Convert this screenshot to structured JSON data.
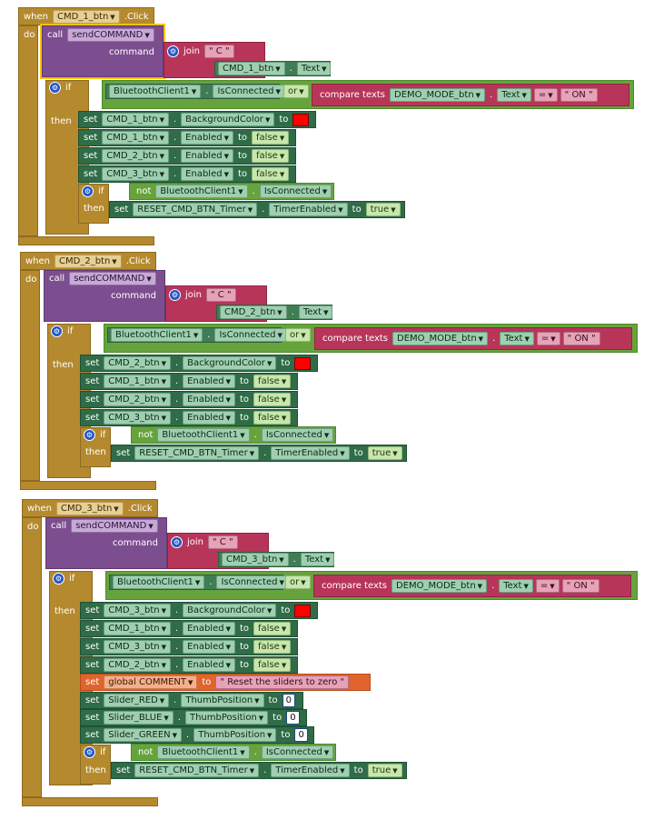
{
  "kw": {
    "when": "when",
    "do": "do",
    "call": "call",
    "command": "command",
    "join": "join",
    "if": "if",
    "then": "then",
    "set": "set",
    "to": "to",
    "not": "not",
    "or": "or",
    "compare": "compare texts",
    "click": ".Click",
    "dot": "."
  },
  "proc": "sendCOMMAND",
  "prefix": "C",
  "bt": "BluetoothClient1",
  "isConnected": "IsConnected",
  "demo": "DEMO_MODE_btn",
  "textProp": "Text",
  "eq": "=",
  "on": "ON",
  "bgProp": "BackgroundColor",
  "enabledProp": "Enabled",
  "falseVal": "false",
  "trueVal": "true",
  "timer": "RESET_CMD_BTN_Timer",
  "timerProp": "TimerEnabled",
  "blocks": [
    {
      "btn": "CMD_1_btn",
      "disable": [
        "CMD_1_btn",
        "CMD_2_btn",
        "CMD_3_btn"
      ]
    },
    {
      "btn": "CMD_2_btn",
      "disable": [
        "CMD_1_btn",
        "CMD_2_btn",
        "CMD_3_btn"
      ]
    },
    {
      "btn": "CMD_3_btn",
      "disable": [
        "CMD_1_btn",
        "CMD_3_btn",
        "CMD_2_btn"
      ]
    }
  ],
  "extra": {
    "globalVar": "global COMMENT",
    "comment": "Reset the sliders to zero",
    "thumbProp": "ThumbPosition",
    "sliders": [
      "Slider_RED",
      "Slider_BLUE",
      "Slider_GREEN"
    ],
    "zero": "0"
  },
  "colors": {
    "bg_color_value": "#ff0000"
  }
}
